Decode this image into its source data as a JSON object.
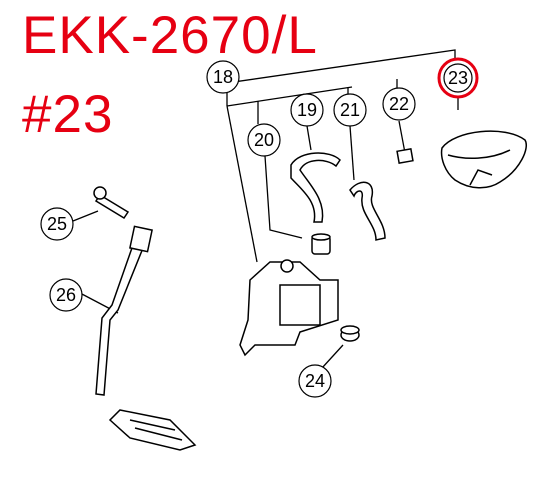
{
  "header": {
    "model": "EKK-2670/L",
    "part_ref": "#23"
  },
  "highlight_color": "#e60012",
  "callouts": [
    {
      "id": "18",
      "label": "18"
    },
    {
      "id": "19",
      "label": "19"
    },
    {
      "id": "20",
      "label": "20"
    },
    {
      "id": "21",
      "label": "21"
    },
    {
      "id": "22",
      "label": "22"
    },
    {
      "id": "23",
      "label": "23",
      "highlighted": true
    },
    {
      "id": "24",
      "label": "24"
    },
    {
      "id": "25",
      "label": "25"
    },
    {
      "id": "26",
      "label": "26"
    }
  ]
}
